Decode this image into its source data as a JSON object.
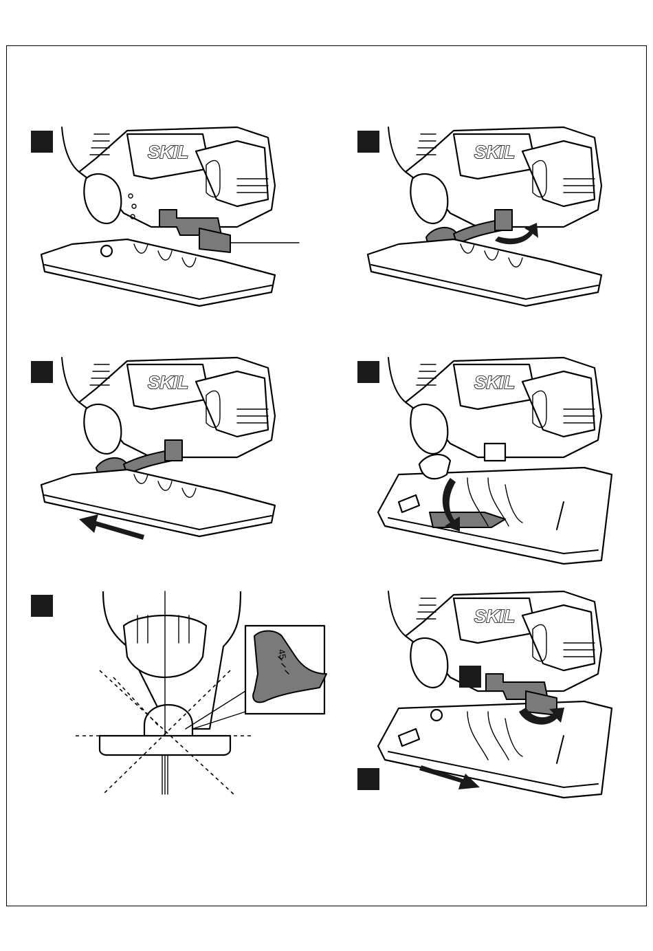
{
  "brand_label": "SKIL",
  "bevel_scale_label": "45",
  "figures": [
    {
      "id": "fig-1",
      "content": "base plate with bevel lever in locked position and callout line"
    },
    {
      "id": "fig-2",
      "content": "bevel lever swung outward to unlock"
    },
    {
      "id": "fig-3",
      "content": "base plate slid backward"
    },
    {
      "id": "fig-4",
      "content": "base plate tilted to bevel angle"
    },
    {
      "id": "fig-5",
      "content": "front view with bevel angle lines and 45 scale detail"
    },
    {
      "id": "fig-6",
      "content": "base plate slid forward and lever locked"
    }
  ],
  "colors": {
    "lever": "#7a7a7a",
    "marker": "#1a1a1a",
    "line": "#000000"
  }
}
